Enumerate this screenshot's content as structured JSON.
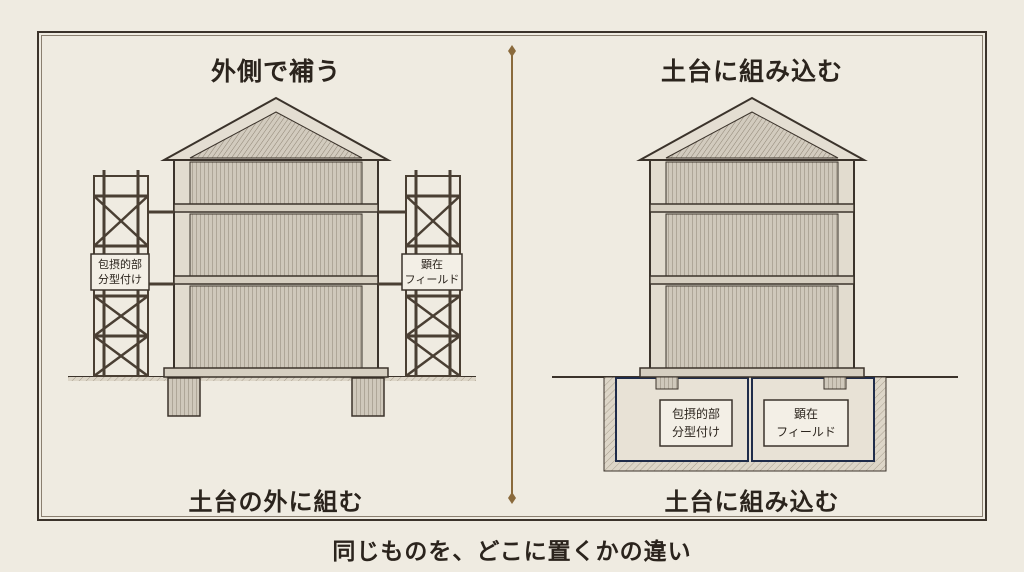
{
  "left_panel": {
    "title": "外側で補う",
    "bottom_label": "土台の外に組む",
    "sign_left": [
      "包摂的部",
      "分型付け"
    ],
    "sign_right": [
      "顕在",
      "フィールド"
    ]
  },
  "right_panel": {
    "title": "土台に組み込む",
    "bottom_label": "土台に組み込む",
    "box_left": [
      "包摂的部",
      "分型付け"
    ],
    "box_right": [
      "顕在",
      "フィールド"
    ]
  },
  "caption": "同じものを、どこに置くかの違い",
  "colors": {
    "background": "#efebe1",
    "ink": "#2b241d",
    "divider": "#8a6a3c",
    "foundation_outline": "#1f2c4a"
  }
}
